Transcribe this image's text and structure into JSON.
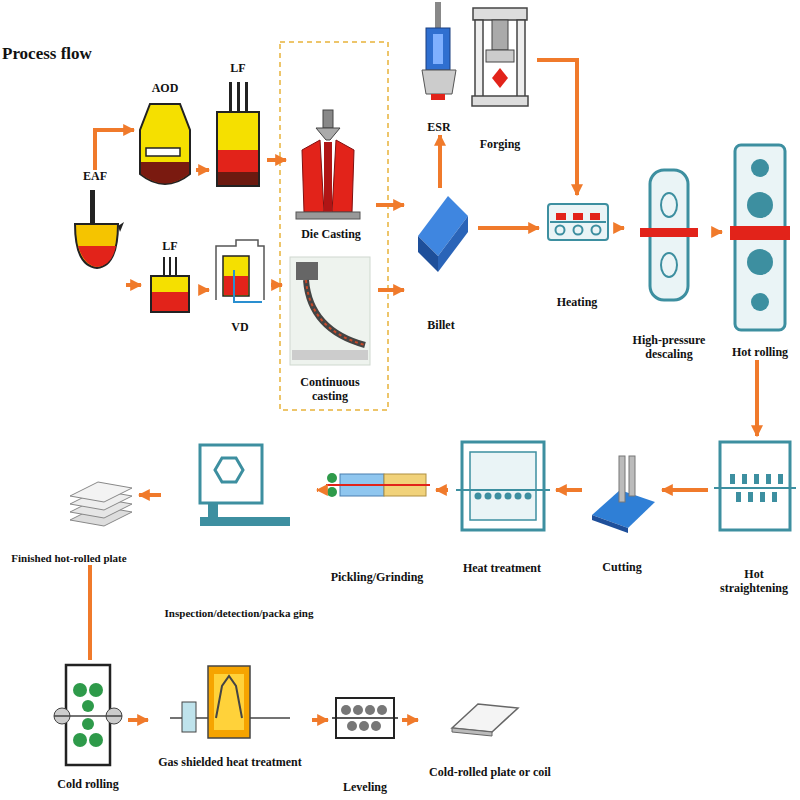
{
  "diagram": {
    "title": "Process flow",
    "nodes": [
      {
        "text": [
          "EAF"
        ]
      },
      {
        "text": [
          "AOD"
        ]
      },
      {
        "text": [
          "LF"
        ]
      },
      {
        "text": [
          "LF"
        ]
      },
      {
        "text": [
          "VD"
        ]
      },
      {
        "text": [
          "Die Casting"
        ]
      },
      {
        "text": [
          "Continuous casting"
        ]
      },
      {
        "text": [
          "ESR"
        ]
      },
      {
        "text": [
          "Forging"
        ]
      },
      {
        "text": [
          "Billet"
        ]
      },
      {
        "text": [
          "Heating"
        ]
      },
      {
        "text": [
          "High-pressure descaling"
        ]
      },
      {
        "text": [
          "Hot rolling"
        ]
      },
      {
        "text": [
          "Hot straightening"
        ]
      },
      {
        "text": [
          "Cutting"
        ]
      },
      {
        "text": [
          "Heat treatment"
        ]
      },
      {
        "text": [
          "Pickling/Grinding"
        ]
      },
      {
        "text": [
          "Inspection/detection/packa ging"
        ]
      },
      {
        "text": [
          "Finished hot-rolled plate"
        ]
      },
      {
        "text": [
          "Cold rolling"
        ]
      },
      {
        "text": [
          "Gas shielded heat treatment"
        ]
      },
      {
        "text": [
          "Leveling"
        ]
      },
      {
        "text": [
          "Cold-rolled plate or coil"
        ]
      }
    ],
    "edges": [
      {
        "from": 0,
        "to": 1,
        "arrow": "to"
      },
      {
        "from": 0,
        "to": 3,
        "arrow": "to"
      },
      {
        "from": 1,
        "to": 2,
        "arrow": "to"
      },
      {
        "from": 2,
        "to": 5,
        "arrow": "to"
      },
      {
        "from": 3,
        "to": 4,
        "arrow": "to"
      },
      {
        "from": 4,
        "to": 6,
        "arrow": "to"
      },
      {
        "from": 5,
        "to": 9,
        "arrow": "to"
      },
      {
        "from": 6,
        "to": 9,
        "arrow": "to"
      },
      {
        "from": 9,
        "to": 7,
        "arrow": "to"
      },
      {
        "from": 8,
        "to": 10,
        "arrow": "to"
      },
      {
        "from": 9,
        "to": 10,
        "arrow": "to"
      },
      {
        "from": 10,
        "to": 11,
        "arrow": "to"
      },
      {
        "from": 11,
        "to": 12,
        "arrow": "to"
      },
      {
        "from": 12,
        "to": 13,
        "arrow": "to"
      },
      {
        "from": 13,
        "to": 14,
        "arrow": "to"
      },
      {
        "from": 14,
        "to": 15,
        "arrow": "to"
      },
      {
        "from": 15,
        "to": 16,
        "arrow": "to"
      },
      {
        "from": 16,
        "to": 17,
        "arrow": "to"
      },
      {
        "from": 17,
        "to": 18,
        "arrow": "to"
      },
      {
        "from": 18,
        "to": 19,
        "arrow": "none"
      },
      {
        "from": 19,
        "to": 20,
        "arrow": "to"
      },
      {
        "from": 20,
        "to": 21,
        "arrow": "to"
      },
      {
        "from": 21,
        "to": 22,
        "arrow": "to"
      }
    ]
  }
}
